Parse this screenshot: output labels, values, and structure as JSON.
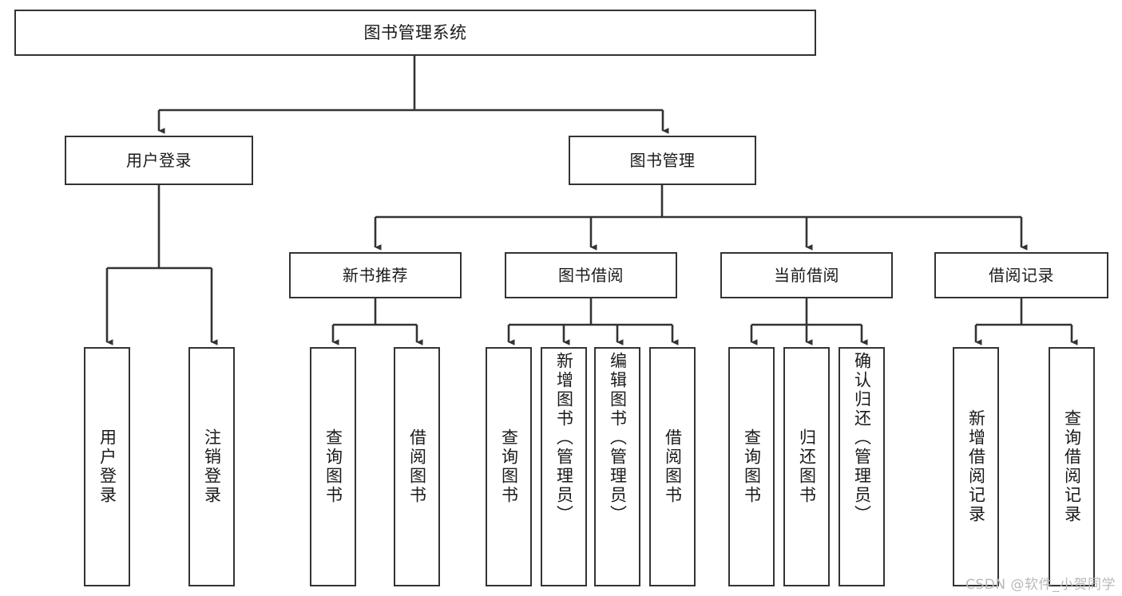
{
  "diagram": {
    "title": "图书管理系统",
    "type": "tree",
    "watermark": "CSDN @软件_小贺同学",
    "colors": {
      "background": "#ffffff",
      "node_border": "#333333",
      "node_fill": "#ffffff",
      "text": "#1a1a1a",
      "edge": "#333333",
      "watermark": "#b9b9b9"
    },
    "nodes": {
      "root": {
        "label": "图书管理系统"
      },
      "branch": [
        {
          "id": "user-login",
          "label": "用户登录"
        },
        {
          "id": "book-management",
          "label": "图书管理"
        }
      ],
      "mid": [
        {
          "id": "new-book-recommend",
          "label": "新书推荐"
        },
        {
          "id": "book-borrow",
          "label": "图书借阅"
        },
        {
          "id": "current-borrow",
          "label": "当前借阅"
        },
        {
          "id": "borrow-record",
          "label": "借阅记录"
        }
      ],
      "leaves": {
        "user-login": [
          {
            "id": "leaf-user-login",
            "label": "用户登录"
          },
          {
            "id": "leaf-user-logout",
            "label": "注销登录"
          }
        ],
        "new-book-recommend": [
          {
            "id": "leaf-query-book-1",
            "label": "查询图书"
          },
          {
            "id": "leaf-borrow-book-1",
            "label": "借阅图书"
          }
        ],
        "book-borrow": [
          {
            "id": "leaf-query-book-2",
            "label": "查询图书"
          },
          {
            "id": "leaf-add-book",
            "label": "新增图书（管理员）"
          },
          {
            "id": "leaf-edit-book",
            "label": "编辑图书（管理员）"
          },
          {
            "id": "leaf-borrow-book-2",
            "label": "借阅图书"
          }
        ],
        "current-borrow": [
          {
            "id": "leaf-query-book-3",
            "label": "查询图书"
          },
          {
            "id": "leaf-return-book",
            "label": "归还图书"
          },
          {
            "id": "leaf-confirm-return",
            "label": "确认归还（管理员）"
          }
        ],
        "borrow-record": [
          {
            "id": "leaf-add-record",
            "label": "新增借阅记录"
          },
          {
            "id": "leaf-query-record",
            "label": "查询借阅记录"
          }
        ]
      }
    }
  }
}
